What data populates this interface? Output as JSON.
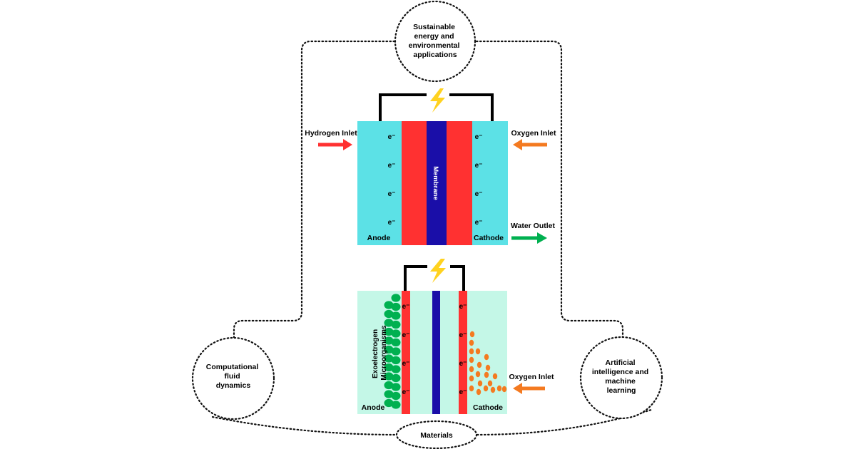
{
  "nodes": {
    "top": [
      "Sustainable",
      "energy and",
      "environmental",
      "applications"
    ],
    "left": [
      "Computational",
      "fluid",
      "dynamics"
    ],
    "right": [
      "Artificial",
      "intelligence and",
      "machine",
      "learning"
    ],
    "bottom": "Materials"
  },
  "fuel_cell": {
    "hydrogen_inlet": "Hydrogen Inlet",
    "oxygen_inlet": "Oxygen Inlet",
    "water_outlet": "Water Outlet",
    "membrane": "Membrane",
    "anode": "Anode",
    "cathode": "Cathode",
    "electron": "e⁻"
  },
  "microbial_cell": {
    "microorganisms": [
      "Exoelectrogen",
      "Microorganisms"
    ],
    "oxygen_inlet": "Oxygen Inlet",
    "anode": "Anode",
    "cathode": "Cathode",
    "electron": "e⁻"
  },
  "colors": {
    "electrolyte": "#5ce1e6",
    "mfc_background": "#c4f7e7",
    "electrode": "#ff3131",
    "membrane": "#1a0ea8",
    "hydrogen_arrow": "#ff3131",
    "oxygen_arrow": "#f47a20",
    "water_arrow": "#00b050",
    "microbe": "#00b050",
    "oxygen_dot": "#f47a20",
    "lightning": "#ffd21f"
  },
  "icons": {
    "power": "lightning-bolt-icon"
  }
}
